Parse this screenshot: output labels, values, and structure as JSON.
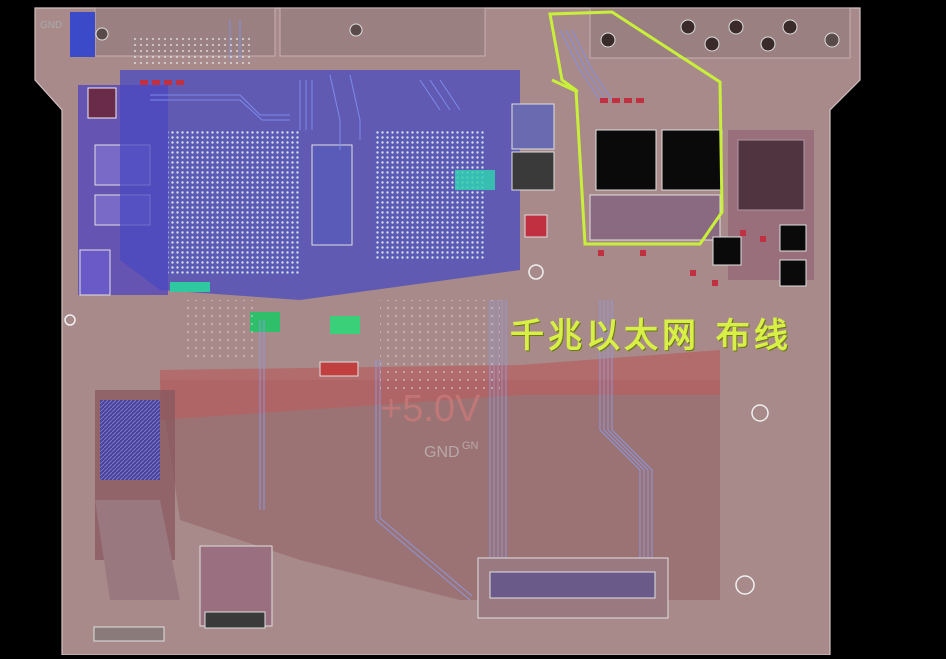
{
  "caption": "千兆以太网 布线",
  "silkscreen": {
    "power_net": "+5.0V",
    "ground_net": "GND",
    "ground_net_small": "GN",
    "corner_label": "GND"
  },
  "colors": {
    "background": "#000000",
    "board": "#a88a8a",
    "board_dark": "#8a6a6a",
    "copper_red": "#b03030",
    "trace_blue": "#4a5ad8",
    "trace_blue_light": "#8a9ae8",
    "via_white": "#e8e8e8",
    "highlight_outline": "#c8f03a",
    "caption": "#d8f046",
    "component_black": "#0a0a0a"
  }
}
